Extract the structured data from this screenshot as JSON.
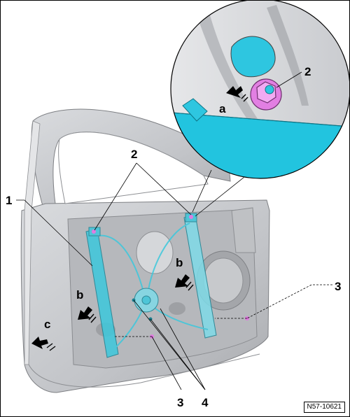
{
  "labels": {
    "part1": "1",
    "part2": "2",
    "part2_detail": "2",
    "part3_right": "3",
    "part3_bottom": "3",
    "part4": "4",
    "arrow_a": "a",
    "arrow_b_left": "b",
    "arrow_b_center": "b",
    "arrow_c": "c"
  },
  "figure_ref": "N57-10621",
  "colors": {
    "door_panel": "#c6c8cb",
    "door_shadow": "#9a9ca0",
    "regulator": "#3dc8dc",
    "bolt": "#e07ae0",
    "line": "#000000"
  }
}
